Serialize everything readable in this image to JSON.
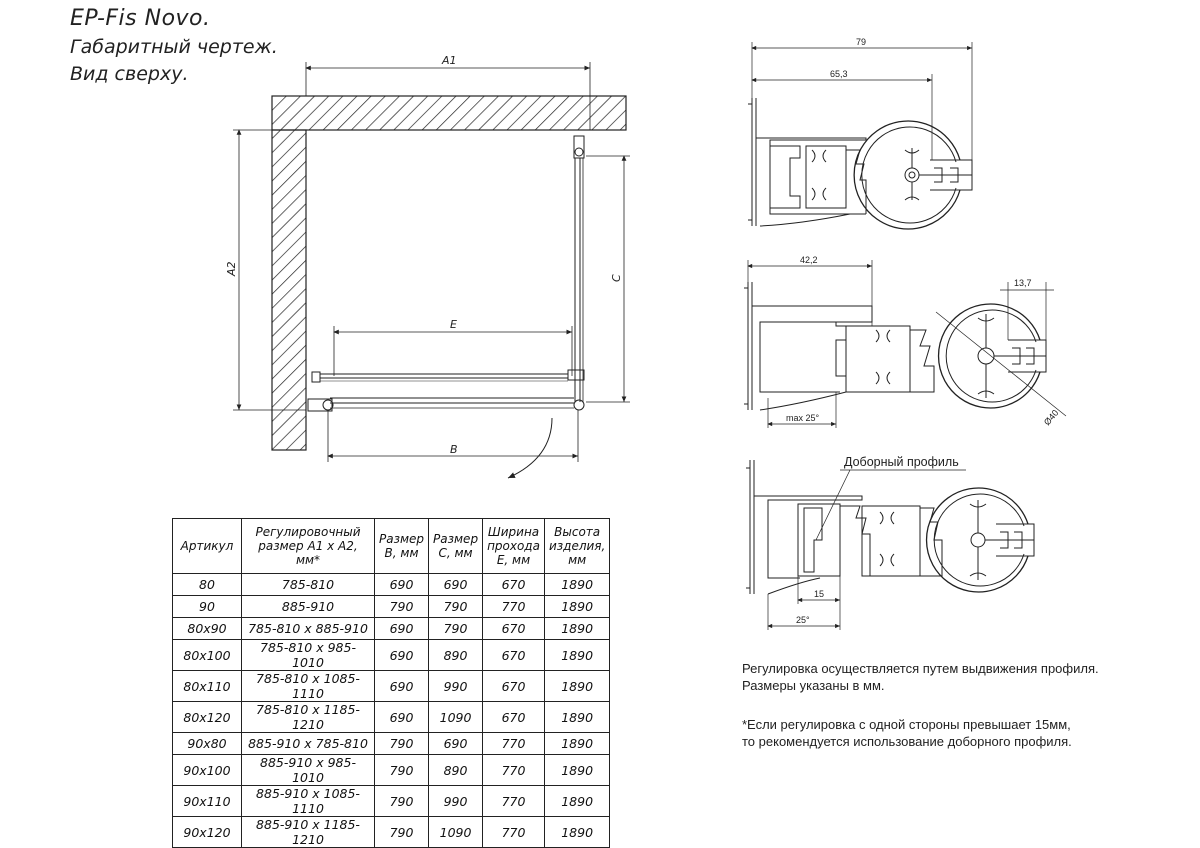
{
  "title": {
    "product": "EP-Fis Novo.",
    "line2": "Габаритный чертеж.",
    "line3": "Вид сверху."
  },
  "plan_view": {
    "dim_a1": "A1",
    "dim_a2": "A2",
    "dim_c": "C",
    "dim_e": "E",
    "dim_b": "B"
  },
  "profile_views": {
    "top": {
      "dim_79": "79",
      "dim_65_3": "65,3"
    },
    "middle": {
      "dim_42_2": "42,2",
      "dim_13_7": "13,7",
      "dim_max25": "max 25°",
      "dim_d40": "Ø40"
    },
    "bottom": {
      "label": "Доборный профиль",
      "dim_15": "15",
      "dim_25": "25°"
    }
  },
  "table": {
    "headers": [
      "Артикул",
      "Регулировочный размер A1 x A2, мм*",
      "Размер B, мм",
      "Размер C, мм",
      "Ширина прохода E, мм",
      "Высота изделия, мм"
    ],
    "rows": [
      [
        "80",
        "785-810",
        "690",
        "690",
        "670",
        "1890"
      ],
      [
        "90",
        "885-910",
        "790",
        "790",
        "770",
        "1890"
      ],
      [
        "80x90",
        "785-810 x 885-910",
        "690",
        "790",
        "670",
        "1890"
      ],
      [
        "80x100",
        "785-810 x 985-1010",
        "690",
        "890",
        "670",
        "1890"
      ],
      [
        "80x110",
        "785-810 x 1085-1110",
        "690",
        "990",
        "670",
        "1890"
      ],
      [
        "80x120",
        "785-810 x 1185-1210",
        "690",
        "1090",
        "670",
        "1890"
      ],
      [
        "90x80",
        "885-910 x 785-810",
        "790",
        "690",
        "770",
        "1890"
      ],
      [
        "90x100",
        "885-910 x 985-1010",
        "790",
        "890",
        "770",
        "1890"
      ],
      [
        "90x110",
        "885-910 x 1085-1110",
        "790",
        "990",
        "770",
        "1890"
      ],
      [
        "90x120",
        "885-910 x 1185-1210",
        "790",
        "1090",
        "770",
        "1890"
      ]
    ]
  },
  "notes": {
    "line1": "Регулировка осуществляется путем выдвижения профиля.",
    "line2": "Размеры указаны в мм.",
    "line3": "*Если регулировка с одной стороны превышает 15мм,",
    "line4": "то рекомендуется использование доборного профиля."
  }
}
